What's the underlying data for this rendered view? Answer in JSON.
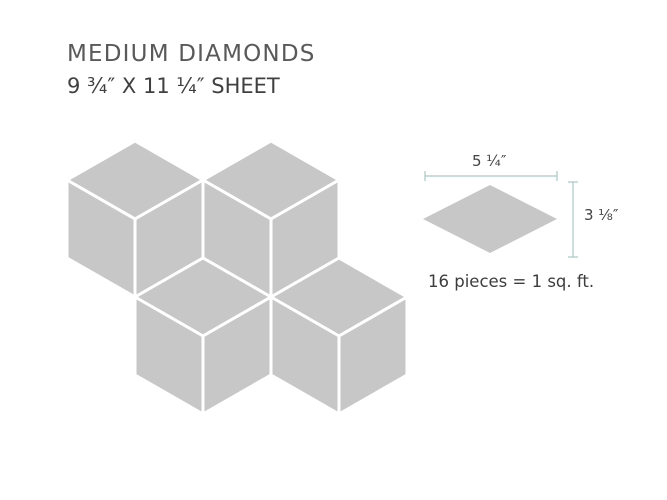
{
  "header": {
    "title": "MEDIUM DIAMONDS",
    "subtitle": "9 ¾″ X 11 ¼″ SHEET"
  },
  "piece": {
    "width_label": "5 ¼″",
    "height_label": "3 ⅛″",
    "coverage_text": "16 pieces = 1 sq. ft."
  },
  "colors": {
    "tile": "#c7c7c7",
    "grout": "#ffffff",
    "dimension_line": "#a9c9c1",
    "text": "#444444"
  }
}
